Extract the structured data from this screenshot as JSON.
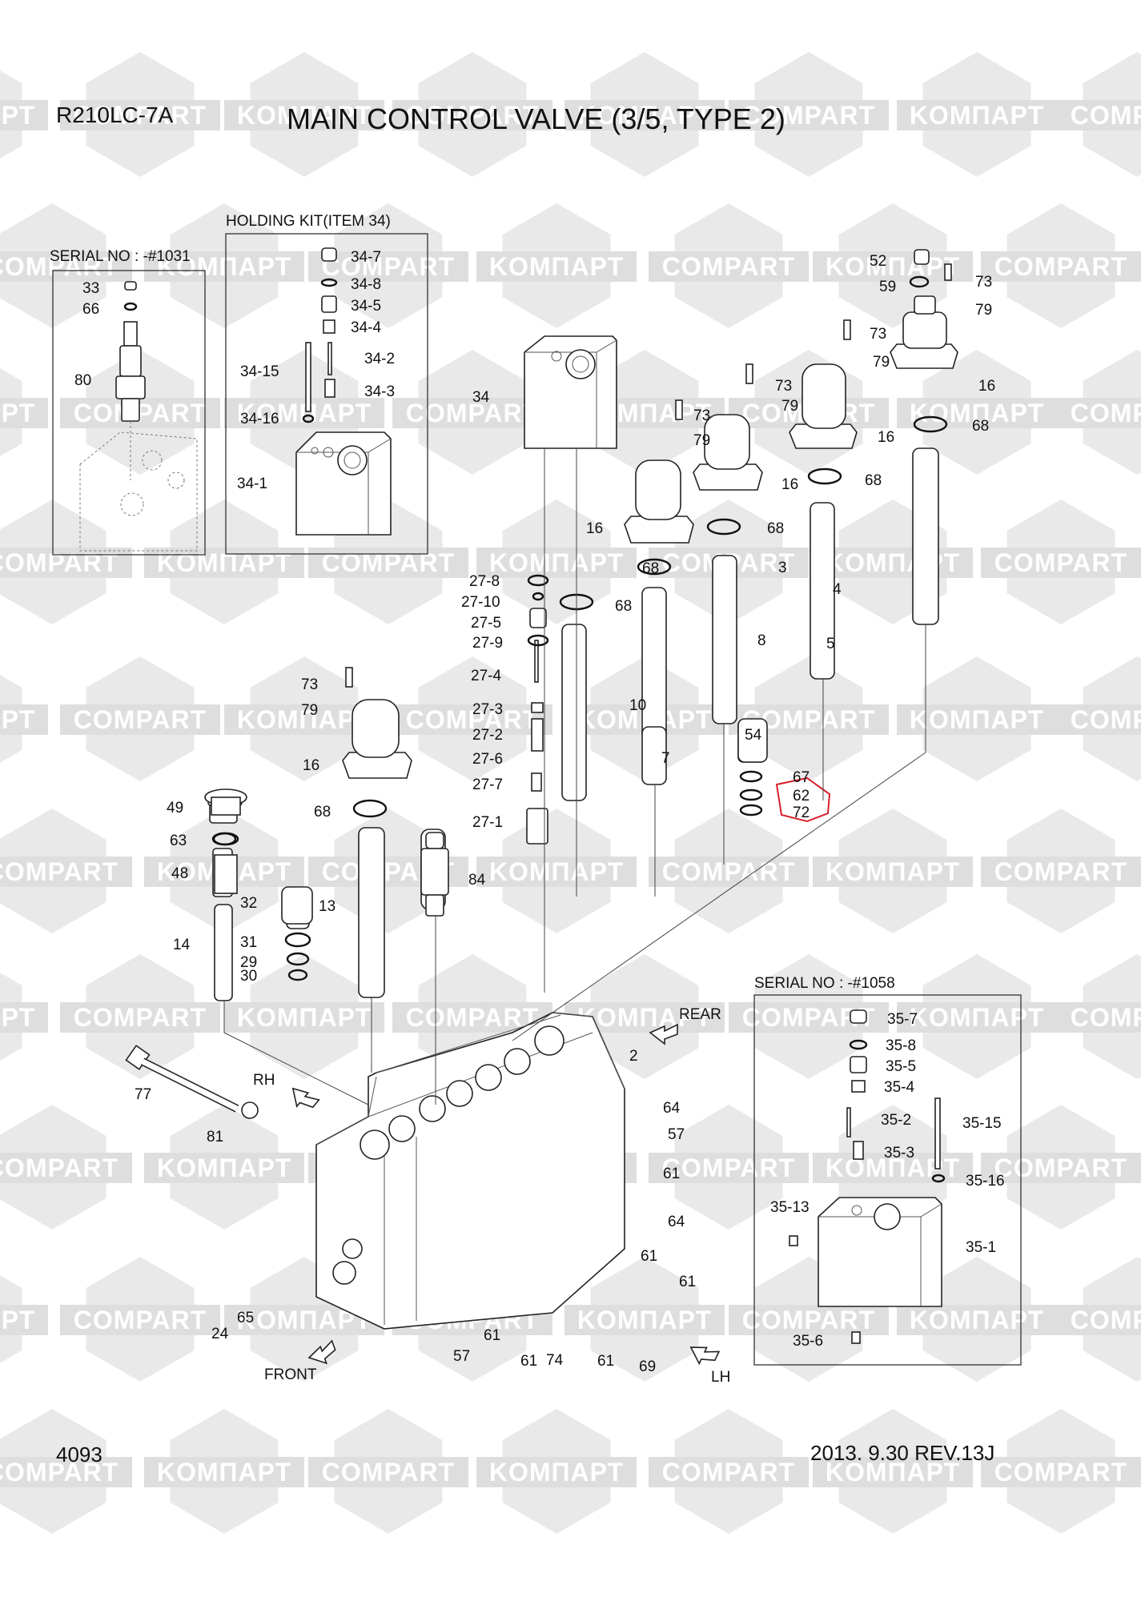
{
  "header": {
    "model": "R210LC-7A",
    "title": "MAIN CONTROL VALVE (3/5, TYPE 2)"
  },
  "footer": {
    "page_number": "4093",
    "revision": "2013. 9.30  REV.13J"
  },
  "watermark": {
    "text_a": "KOMПАРТ",
    "text_b": "COMPART"
  },
  "boxes": {
    "serial_left": "SERIAL NO : -#1031",
    "holding_kit": "HOLDING KIT(ITEM 34)",
    "serial_right": "SERIAL NO : -#1058"
  },
  "directions": {
    "rear": "REAR",
    "rh": "RH",
    "front": "FRONT",
    "lh": "LH"
  },
  "callouts": [
    "33",
    "66",
    "80",
    "34-7",
    "34-8",
    "34-5",
    "34-4",
    "34-2",
    "34-15",
    "34-3",
    "34-16",
    "34-1",
    "34",
    "52",
    "59",
    "73",
    "79",
    "16",
    "73",
    "79",
    "16",
    "68",
    "73",
    "79",
    "16",
    "68",
    "73",
    "79",
    "16",
    "68",
    "68",
    "3",
    "4",
    "5",
    "8",
    "68",
    "10",
    "7",
    "54",
    "67",
    "62",
    "72",
    "27-8",
    "27-10",
    "27-5",
    "27-9",
    "27-4",
    "27-3",
    "27-2",
    "27-6",
    "27-7",
    "27-1",
    "73",
    "79",
    "16",
    "49",
    "63",
    "48",
    "32",
    "31",
    "29",
    "30",
    "14",
    "68",
    "13",
    "84",
    "2",
    "77",
    "81",
    "24",
    "65",
    "64",
    "57",
    "61",
    "64",
    "61",
    "61",
    "57",
    "61",
    "61",
    "74",
    "61",
    "69",
    "35-7",
    "35-8",
    "35-5",
    "35-4",
    "35-2",
    "35-15",
    "35-3",
    "35-16",
    "35-13",
    "35-1",
    "35-6"
  ],
  "highlight_color": "#d9202a"
}
